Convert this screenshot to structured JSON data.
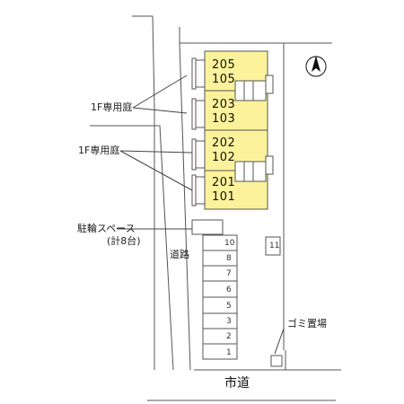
{
  "colors": {
    "building_fill": "#fbf29b",
    "line": "#555555"
  },
  "compass": {
    "icon": "north-arrow-icon"
  },
  "units": [
    {
      "upper": "205",
      "lower": "105"
    },
    {
      "upper": "203",
      "lower": "103"
    },
    {
      "upper": "202",
      "lower": "102"
    },
    {
      "upper": "201",
      "lower": "101"
    }
  ],
  "labels": {
    "private_garden_1": "1F専用庭",
    "private_garden_2": "1F専用庭",
    "bicycle_parking": "駐輪スペース",
    "bicycle_count": "(計8台)",
    "passage": "道路",
    "garbage": "ゴミ置場",
    "city_road": "市道",
    "small_box": "11"
  },
  "parking_slots": [
    "10",
    "8",
    "7",
    "6",
    "5",
    "3",
    "2",
    "1"
  ]
}
